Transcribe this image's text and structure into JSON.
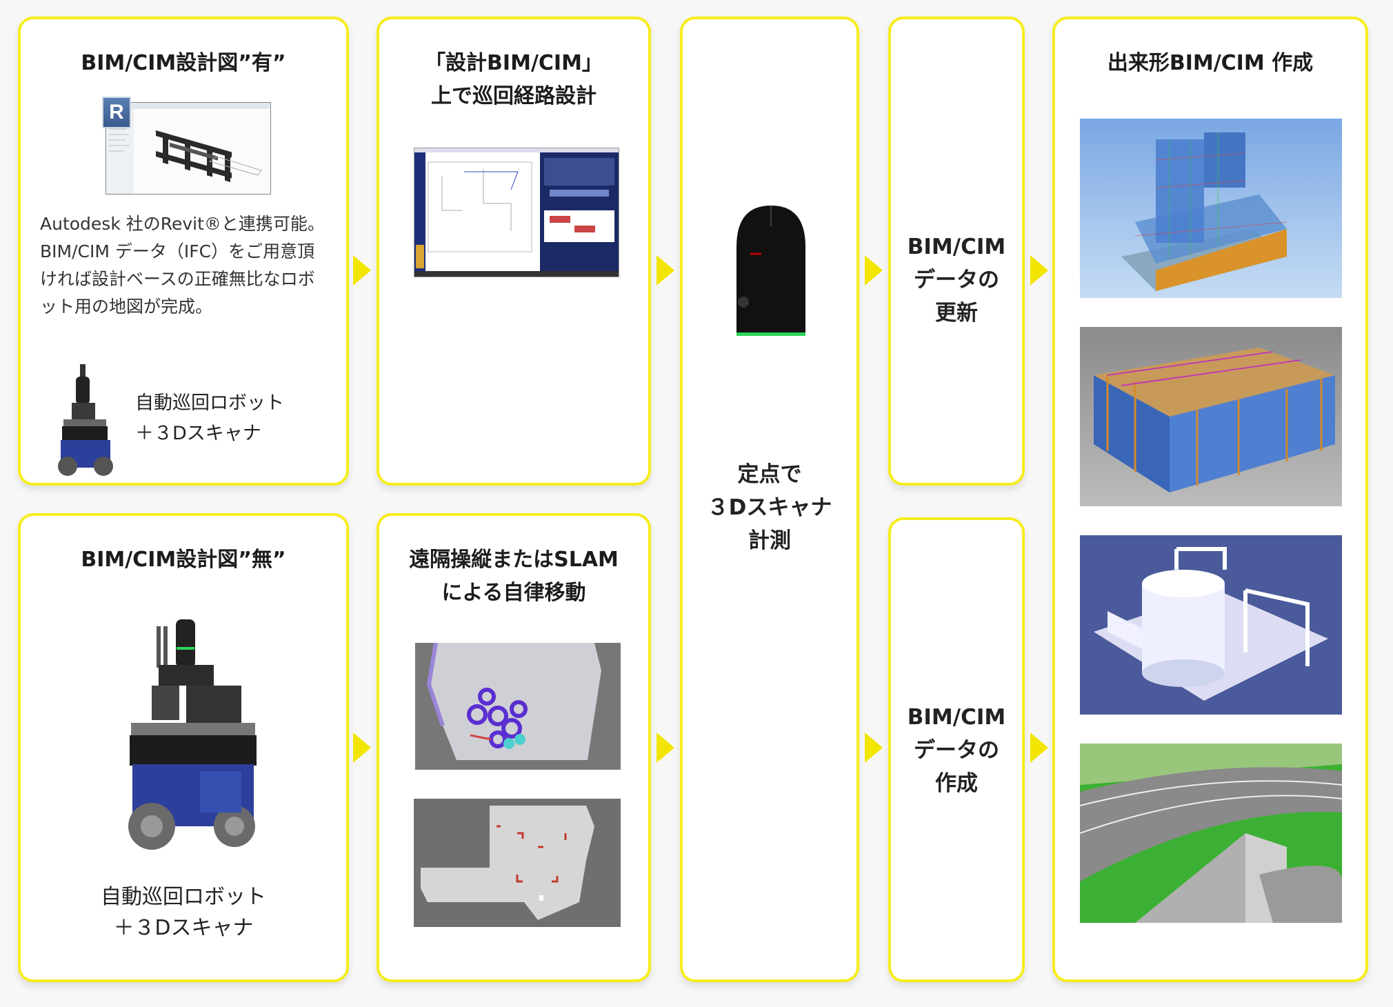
{
  "card_bim_yes": {
    "title": "BIM/CIM設計図”有”",
    "revit_badge": "R",
    "description": [
      "Autodesk 社のRevit®と連携可能。",
      "BIM/CIM データ（IFC）をご用意頂",
      "ければ設計ベースの正確無比なロボ",
      "ット用の地図が完成。"
    ],
    "robot_label": [
      "自動巡回ロボット",
      "＋３Dスキャナ"
    ]
  },
  "card_bim_no": {
    "title": "BIM/CIM設計図”無”",
    "robot_label": [
      "自動巡回ロボット",
      "＋３Dスキャナ"
    ]
  },
  "card_route_design": {
    "title": [
      "「設計BIM/CIM」",
      "上で巡回経路設計"
    ]
  },
  "card_slam": {
    "title": [
      "遠隔操縦またはSLAM",
      "による自律移動"
    ]
  },
  "card_scan": {
    "title": [
      "定点で",
      "３Dスキャナ",
      "計測"
    ]
  },
  "card_update": {
    "title": [
      "BIM/CIM",
      "データの",
      "更新"
    ]
  },
  "card_create": {
    "title": [
      "BIM/CIM",
      "データの",
      "作成"
    ]
  },
  "card_output": {
    "title": "出来形BIM/CIM 作成"
  },
  "colors": {
    "border": "#f7ec1c",
    "arrow": "#f2e600",
    "robot_blue": "#2c3f9a",
    "scanner_ring": "#2cd35a"
  }
}
